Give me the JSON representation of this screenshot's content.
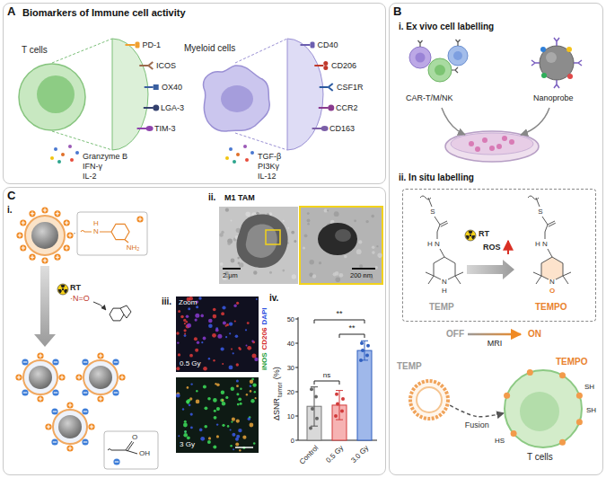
{
  "diagram": {
    "nodes": [
      {
        "text": [
          "A",
          "Biomarkers of Immune cell activity"
        ]
      },
      {
        "text": [
          "T cells"
        ],
        "in": 0
      },
      {
        "text": [
          "Myeloid cells"
        ],
        "in": 0
      },
      {
        "text": [
          "B"
        ]
      },
      {
        "text": [
          "CAR-T/M/NK"
        ],
        "in": 3
      },
      {
        "text": [
          "Nanoprobe"
        ],
        "in": 3
      },
      {
        "text": [
          "TEMP",
          "TEMPO"
        ],
        "in": 3
      },
      {
        "text": [
          "TEMP"
        ],
        "in": 3
      },
      {
        "text": [
          "TEMPO",
          "T cells"
        ],
        "in": 3
      },
      {
        "text": [
          "C"
        ]
      },
      {
        "text": [
          "M1 TAM",
          "2 μm"
        ],
        "in": 9
      },
      {
        "text": [
          "200 nm"
        ],
        "in": 9
      },
      {
        "text": [
          "Zoom",
          "0.5 Gy"
        ],
        "in": 9
      },
      {
        "text": [
          "3 Gy"
        ],
        "in": 9
      }
    ],
    "edges": [
      {
        "from": 7,
        "to": 8,
        "label": "Fusion",
        "arrow": "to"
      }
    ],
    "labels": [
      "PD-1",
      "ICOS",
      "OX40",
      "LGA-3",
      "TIM-3",
      "Granzyme B",
      "IFN-γ",
      "IL-2",
      "CD40",
      "CD206",
      "CSF1R",
      "CCR2",
      "CD163",
      "TGF-β",
      "PI3Kγ",
      "IL-12",
      "i. Ex vivo cell labelling",
      "ii. In situ labelling",
      "RT",
      "ROS",
      "S",
      "H",
      "N",
      "N",
      "H",
      "S",
      "H",
      "N",
      "N",
      "O",
      "OFF",
      "MRI",
      "ON",
      "SH",
      "SH",
      "HS",
      "i.",
      "H",
      "N",
      "NH₂",
      "RT",
      "·N=O",
      "O",
      "OH",
      "ii.",
      "iii.",
      "iNOS",
      "CD206",
      "DAPI",
      "iv.",
      "ΔSNR",
      "tumor",
      "(%)",
      "0",
      "10",
      "20",
      "30",
      "40",
      "50",
      "Control",
      "0.5 Gy",
      "3.0 Gy",
      "ns",
      "**",
      "**"
    ]
  }
}
